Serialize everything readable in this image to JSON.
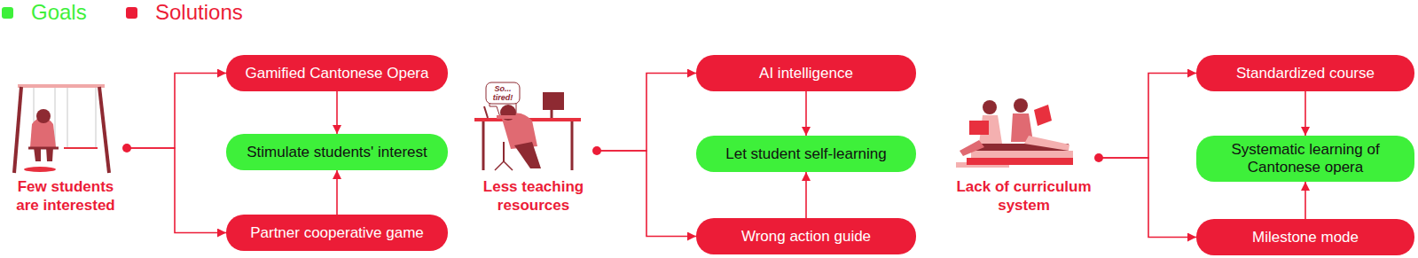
{
  "diagram": {
    "nodes": [
      {
        "text": [
          "Few students are interested"
        ]
      },
      {
        "text": [
          "Gamified Cantonese Opera"
        ]
      },
      {
        "text": [
          "Stimulate students' interest"
        ]
      },
      {
        "text": [
          "Partner cooperative game"
        ]
      },
      {
        "text": [
          "Less teaching resources"
        ]
      },
      {
        "text": [
          "AI intelligence"
        ]
      },
      {
        "text": [
          "Let student self-learning"
        ]
      },
      {
        "text": [
          "Wrong action guide"
        ]
      },
      {
        "text": [
          "Lack of curriculum system"
        ]
      },
      {
        "text": [
          "Standardized course"
        ]
      },
      {
        "text": [
          "Systematic learning of Cantonese opera"
        ]
      },
      {
        "text": [
          "Milestone mode"
        ]
      }
    ],
    "edges": [
      {
        "from": 0,
        "to": 1,
        "arrow": "to"
      },
      {
        "from": 0,
        "to": 3,
        "arrow": "to"
      },
      {
        "from": 1,
        "to": 2,
        "arrow": "to"
      },
      {
        "from": 3,
        "to": 2,
        "arrow": "to"
      },
      {
        "from": 4,
        "to": 5,
        "arrow": "to"
      },
      {
        "from": 4,
        "to": 7,
        "arrow": "to"
      },
      {
        "from": 5,
        "to": 6,
        "arrow": "to"
      },
      {
        "from": 7,
        "to": 6,
        "arrow": "to"
      },
      {
        "from": 8,
        "to": 9,
        "arrow": "to"
      },
      {
        "from": 8,
        "to": 11,
        "arrow": "to"
      },
      {
        "from": 9,
        "to": 10,
        "arrow": "to"
      },
      {
        "from": 11,
        "to": 10,
        "arrow": "to"
      }
    ],
    "labels": [
      "So... tired!"
    ],
    "legend": [
      {
        "text": "Goals",
        "color": "#3ef03a"
      },
      {
        "text": "Solutions",
        "color": "#ec1c37"
      }
    ]
  }
}
